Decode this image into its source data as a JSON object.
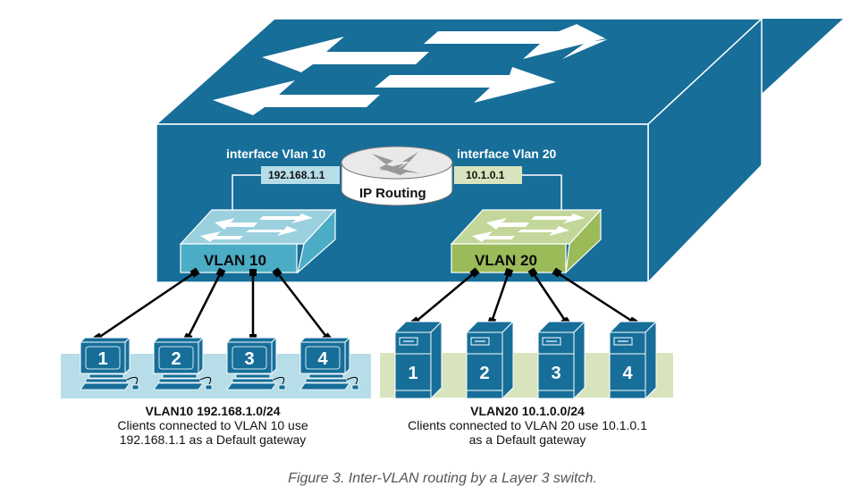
{
  "diagram": {
    "title": "Inter-VLAN routing by a Layer 3 switch",
    "colors": {
      "l3_switch": "#166e99",
      "vlan10": "#4bacc6",
      "vlan10_top": "#9bd0df",
      "vlan10_zone": "#b6dde8",
      "vlan20": "#9bbb59",
      "vlan20_top": "#c4d79b",
      "vlan20_zone": "#d7e4bd",
      "ip10_box": "#b6dde8",
      "ip20_box": "#d7e4bd",
      "device": "#166e99"
    },
    "router": {
      "label": "IP Routing",
      "icon": "router-icon"
    },
    "interfaces": [
      {
        "name": "interface Vlan 10",
        "ip": "192.168.1.1"
      },
      {
        "name": "interface Vlan 20",
        "ip": "10.1.0.1"
      }
    ],
    "switches": [
      {
        "label": "VLAN 10",
        "icon": "switch-icon"
      },
      {
        "label": "VLAN 20",
        "icon": "switch-icon"
      }
    ],
    "vlan10_hosts": [
      {
        "label": "1",
        "icon": "computer-icon"
      },
      {
        "label": "2",
        "icon": "computer-icon"
      },
      {
        "label": "3",
        "icon": "computer-icon"
      },
      {
        "label": "4",
        "icon": "computer-icon"
      }
    ],
    "vlan20_hosts": [
      {
        "label": "1",
        "icon": "server-icon"
      },
      {
        "label": "2",
        "icon": "server-icon"
      },
      {
        "label": "3",
        "icon": "server-icon"
      },
      {
        "label": "4",
        "icon": "server-icon"
      }
    ],
    "captions": [
      {
        "title": "VLAN10 192.168.1.0/24",
        "line1": "Clients connected to VLAN 10 use",
        "line2": "192.168.1.1 as a Default gateway"
      },
      {
        "title": "VLAN20 10.1.0.0/24",
        "line1": "Clients connected to VLAN 20 use 10.1.0.1",
        "line2": "as a Default gateway"
      }
    ],
    "figure_caption": "Figure 3. Inter-VLAN routing by a Layer 3 switch."
  }
}
